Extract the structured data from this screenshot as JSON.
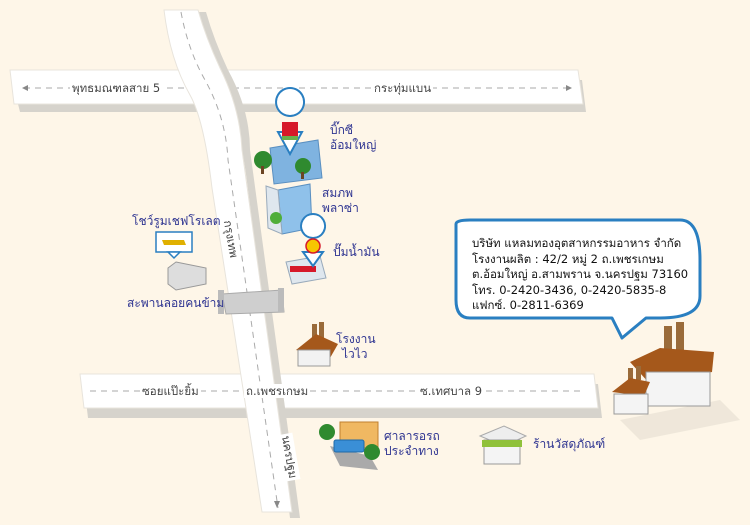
{
  "roads": {
    "top_left": "พุทธมณฑลสาย 5",
    "top_right": "กระทุ่มแบน",
    "bottom_left": "ซอยแป๊ะยิ้ม",
    "bottom_center": "ถ.เพชรเกษม",
    "bottom_right": "ซ.เทศบาล 9",
    "vertical_north": "กรุงเทพ",
    "vertical_south": "นครปฐม"
  },
  "landmarks": [
    {
      "name": "บิ๊กซี",
      "name2": "อ้อมใหญ่",
      "icon": "big-c-store-icon"
    },
    {
      "name": "สมภพ",
      "name2": "พลาซ่า",
      "icon": "office-building-icon"
    },
    {
      "name": "ปั๊มน้ำมัน",
      "name2": "",
      "icon": "shell-gas-station-icon"
    },
    {
      "name": "โชว์รูมเชฟโรเลต",
      "name2": "",
      "icon": "chevrolet-showroom-icon"
    },
    {
      "name": "สะพานลอยคนข้าม",
      "name2": "",
      "icon": "pedestrian-bridge-icon"
    },
    {
      "name": "โรงงาน",
      "name2": "ไวไว",
      "icon": "factory-icon"
    },
    {
      "name": "ศาลารอรถ",
      "name2": "ประจำทาง",
      "icon": "bus-stop-icon"
    },
    {
      "name": "ร้านวัสดุภัณฑ์",
      "name2": "",
      "icon": "shop-icon"
    }
  ],
  "company": {
    "line1": "บริษัท แหลมทองอุตสาหกรรมอาหาร จำกัด",
    "line2": "โรงงานผลิต : 42/2 หมู่ 2 ถ.เพชรเกษม",
    "line3": "ต.อ้อมใหญ่ อ.สามพราน จ.นครปฐม 73160",
    "line4": "โทร. 0-2420-3436, 0-2420-5835-8",
    "line5": "แฟกซ์. 0-2811-6369"
  },
  "colors": {
    "background": "#fef6e8",
    "label_text": "#2e3491",
    "bubble_border": "#2a7fc1",
    "road": "#ffffff",
    "road_shadow": "#d6d3cc"
  }
}
